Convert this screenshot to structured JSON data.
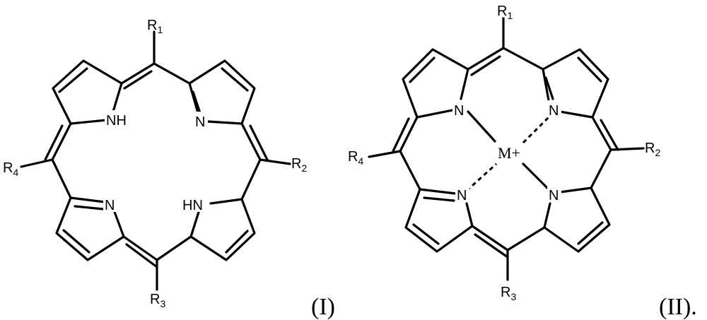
{
  "figure_1": {
    "label": "(I)",
    "substituents": {
      "r1": "R",
      "r1_sub": "1",
      "r2": "R",
      "r2_sub": "2",
      "r3": "R",
      "r3_sub": "3",
      "r4": "R",
      "r4_sub": "4"
    },
    "atoms": {
      "nh_top": "NH",
      "n_top": "N",
      "n_bottom": "N",
      "hn_bottom": "HN"
    }
  },
  "figure_2": {
    "label": "(II).",
    "metal": "M+",
    "substituents": {
      "r1": "R",
      "r1_sub": "1",
      "r2": "R",
      "r2_sub": "2",
      "r3": "R",
      "r3_sub": "3",
      "r4": "R",
      "r4_sub": "4"
    },
    "atoms": {
      "n_tl": "N",
      "n_tr": "N",
      "n_bl": "N",
      "n_br": "N"
    }
  }
}
